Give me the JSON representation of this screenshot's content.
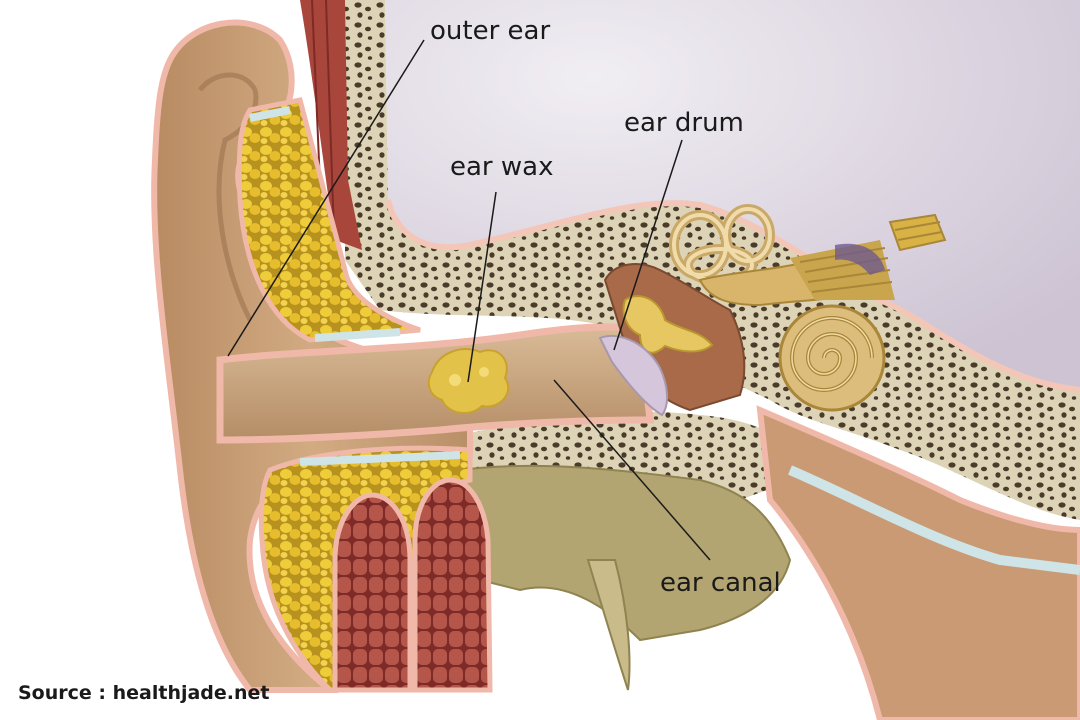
{
  "labels": {
    "outer_ear": "outer ear",
    "ear_drum": "ear drum",
    "ear_wax": "ear wax",
    "ear_canal": "ear canal"
  },
  "source": "Source : healthjade.net",
  "colors": {
    "skin": "#c8a078",
    "skin_dark": "#a87c55",
    "bone": "#ddd3b6",
    "bone_pore": "#4a3b2a",
    "fat": "#e6c030",
    "muscle": "#a8463c",
    "cartilage": "#cfe4e6",
    "pink_lining": "#f0b8a8",
    "cavity": "#ddd6e2",
    "wax": "#e3c24a",
    "drum": "#d6c6dc",
    "cochlea": "#dcbd7c",
    "tissue": "#b3a572"
  }
}
